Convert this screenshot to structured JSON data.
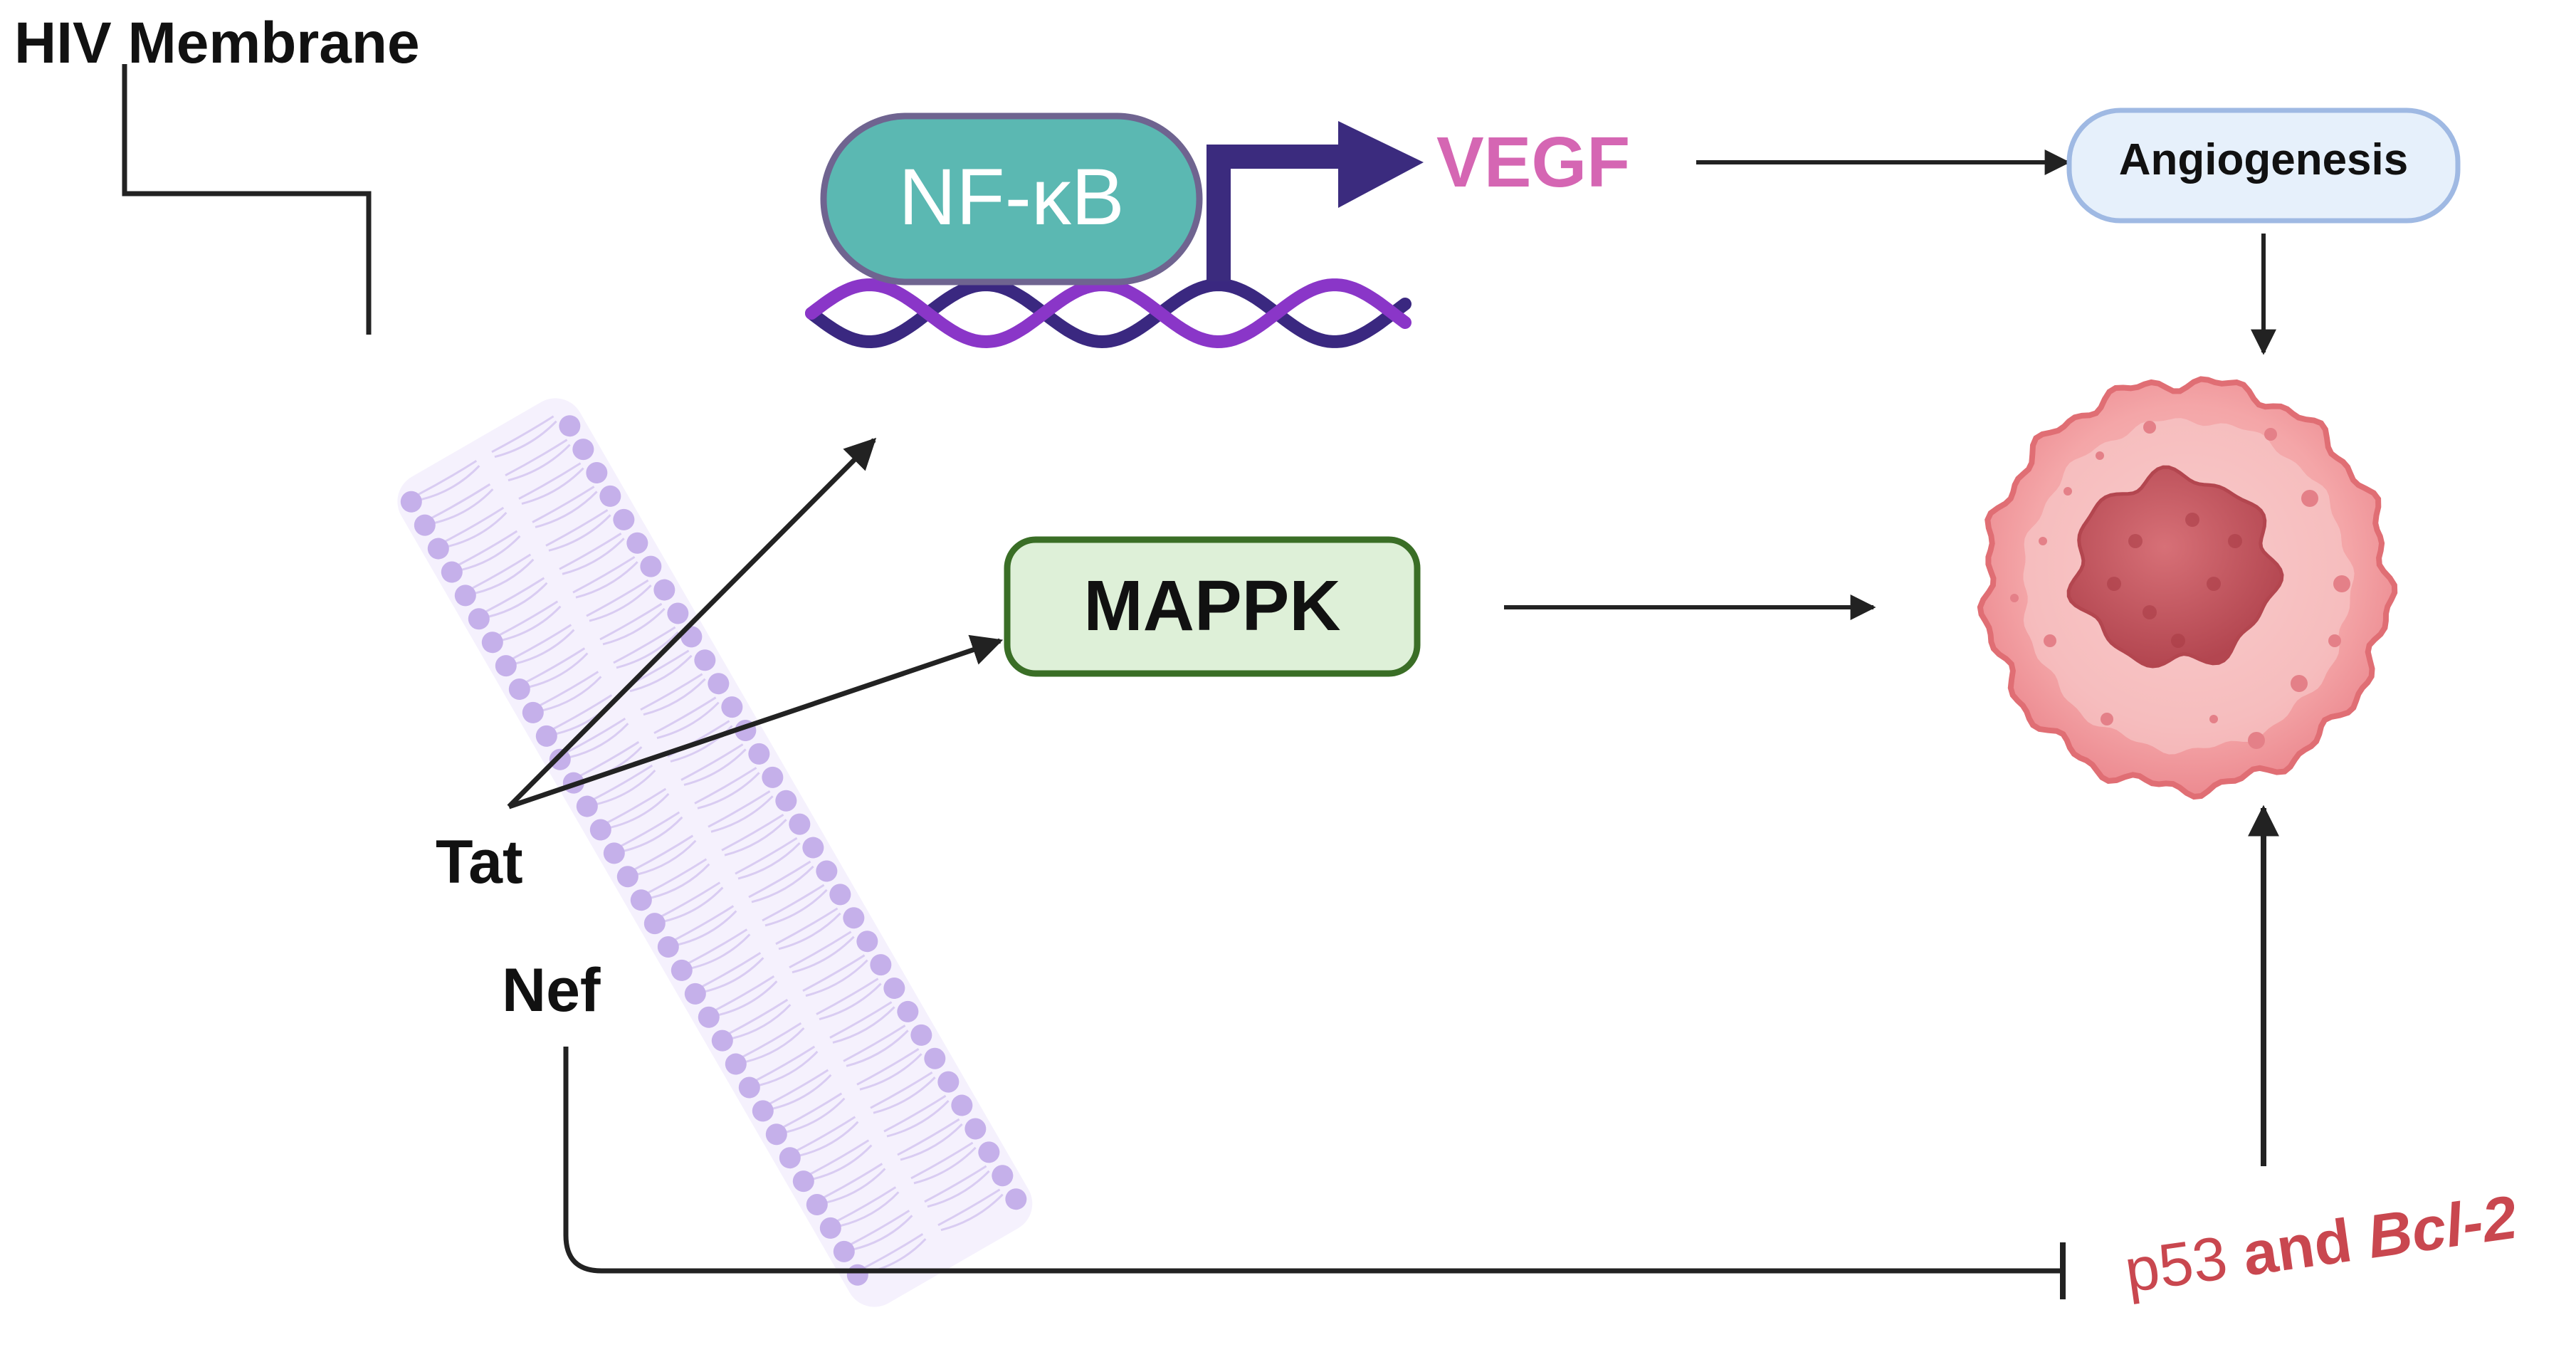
{
  "labels": {
    "hiv_membrane": "HIV Membrane",
    "nfkb": "NF-κB",
    "vegf": "VEGF",
    "angiogenesis": "Angiogenesis",
    "mappk": "MAPPK",
    "tat": "Tat",
    "nef": "Nef",
    "p53": "p53",
    "and": " and ",
    "bcl2": "Bcl-2"
  },
  "colors": {
    "nfkb_fill": "#5bb8b2",
    "nfkb_stroke": "#6f6490",
    "dna_strand_a": "#3a2880",
    "dna_strand_b": "#8a36c8",
    "promoter_arrow": "#3b2b7e",
    "vegf_text": "#d566b3",
    "angio_fill": "#e6f0fb",
    "angio_stroke": "#9fb9e3",
    "mappk_fill": "#def0d8",
    "mappk_stroke": "#3a6e26",
    "membrane": "#c9b6ec",
    "cell_fill": "#f4a7a7",
    "cell_edge": "#e06e74",
    "nucleus": "#c95b62",
    "p53_text": "#c9474f",
    "arrows": "#222222"
  },
  "icons": [
    "dna-helix-icon",
    "promoter-arrow-icon",
    "tumor-cell-icon",
    "lipid-bilayer-membrane-icon"
  ]
}
